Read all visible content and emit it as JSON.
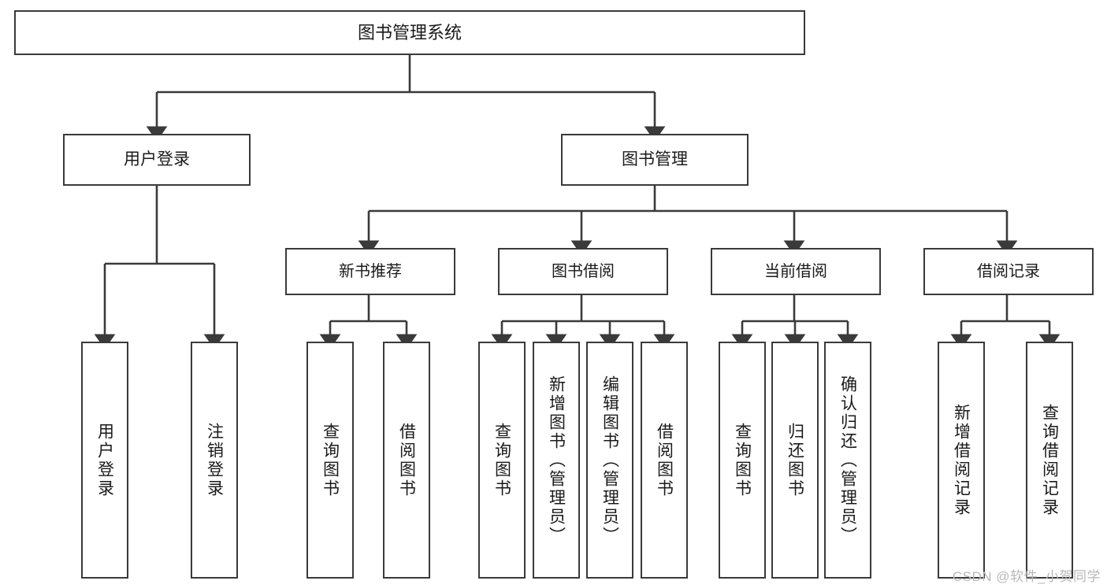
{
  "diagram": {
    "title": "图书管理系统",
    "type": "hierarchy-tree",
    "stroke_color": "#3a3a3a",
    "fill_color": "#ffffff",
    "text_color": "#1a1a1a",
    "watermark": "CSDN @软件_小贺同学",
    "levels": 4,
    "nodes": {
      "root": {
        "label": "图书管理系统"
      },
      "l1": [
        {
          "label": "用户登录"
        },
        {
          "label": "图书管理"
        }
      ],
      "l2": [
        {
          "label": "新书推荐"
        },
        {
          "label": "图书借阅"
        },
        {
          "label": "当前借阅"
        },
        {
          "label": "借阅记录"
        }
      ],
      "leaves": {
        "user_login": [
          {
            "label": "用户登录"
          },
          {
            "label": "注销登录"
          }
        ],
        "new_book_recommend": [
          {
            "label": "查询图书"
          },
          {
            "label": "借阅图书"
          }
        ],
        "book_borrow": [
          {
            "label": "查询图书"
          },
          {
            "label": "新增图书（管理员）"
          },
          {
            "label": "编辑图书（管理员）"
          },
          {
            "label": "借阅图书"
          }
        ],
        "current_borrow": [
          {
            "label": "查询图书"
          },
          {
            "label": "归还图书"
          },
          {
            "label": "确认归还（管理员）"
          }
        ],
        "borrow_record": [
          {
            "label": "新增借阅记录"
          },
          {
            "label": "查询借阅记录"
          }
        ]
      }
    }
  }
}
